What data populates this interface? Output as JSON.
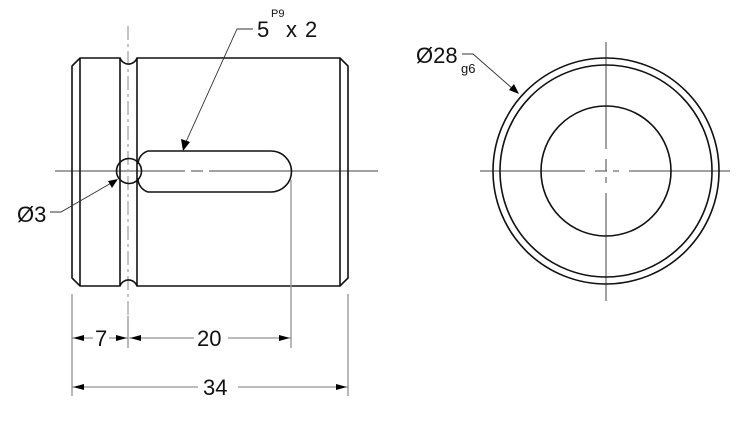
{
  "drawing": {
    "type": "technical-drawing",
    "views": [
      "side-view",
      "end-view"
    ],
    "colors": {
      "outline": "#111111",
      "center_line": "#888888",
      "extension_line": "#999999",
      "background": "#ffffff"
    }
  },
  "annotations": {
    "keyway": {
      "width": "5",
      "tolerance": "P9",
      "separator": "x",
      "depth": "2"
    },
    "hole": {
      "symbol": "Ø",
      "diameter": "3",
      "label": "Ø3"
    },
    "outer_diameter": {
      "symbol": "Ø",
      "diameter": "28",
      "tolerance": "g6",
      "label": "Ø28"
    }
  },
  "dimensions": {
    "groove_offset": "7",
    "slot_length": "20",
    "overall_length": "34"
  }
}
